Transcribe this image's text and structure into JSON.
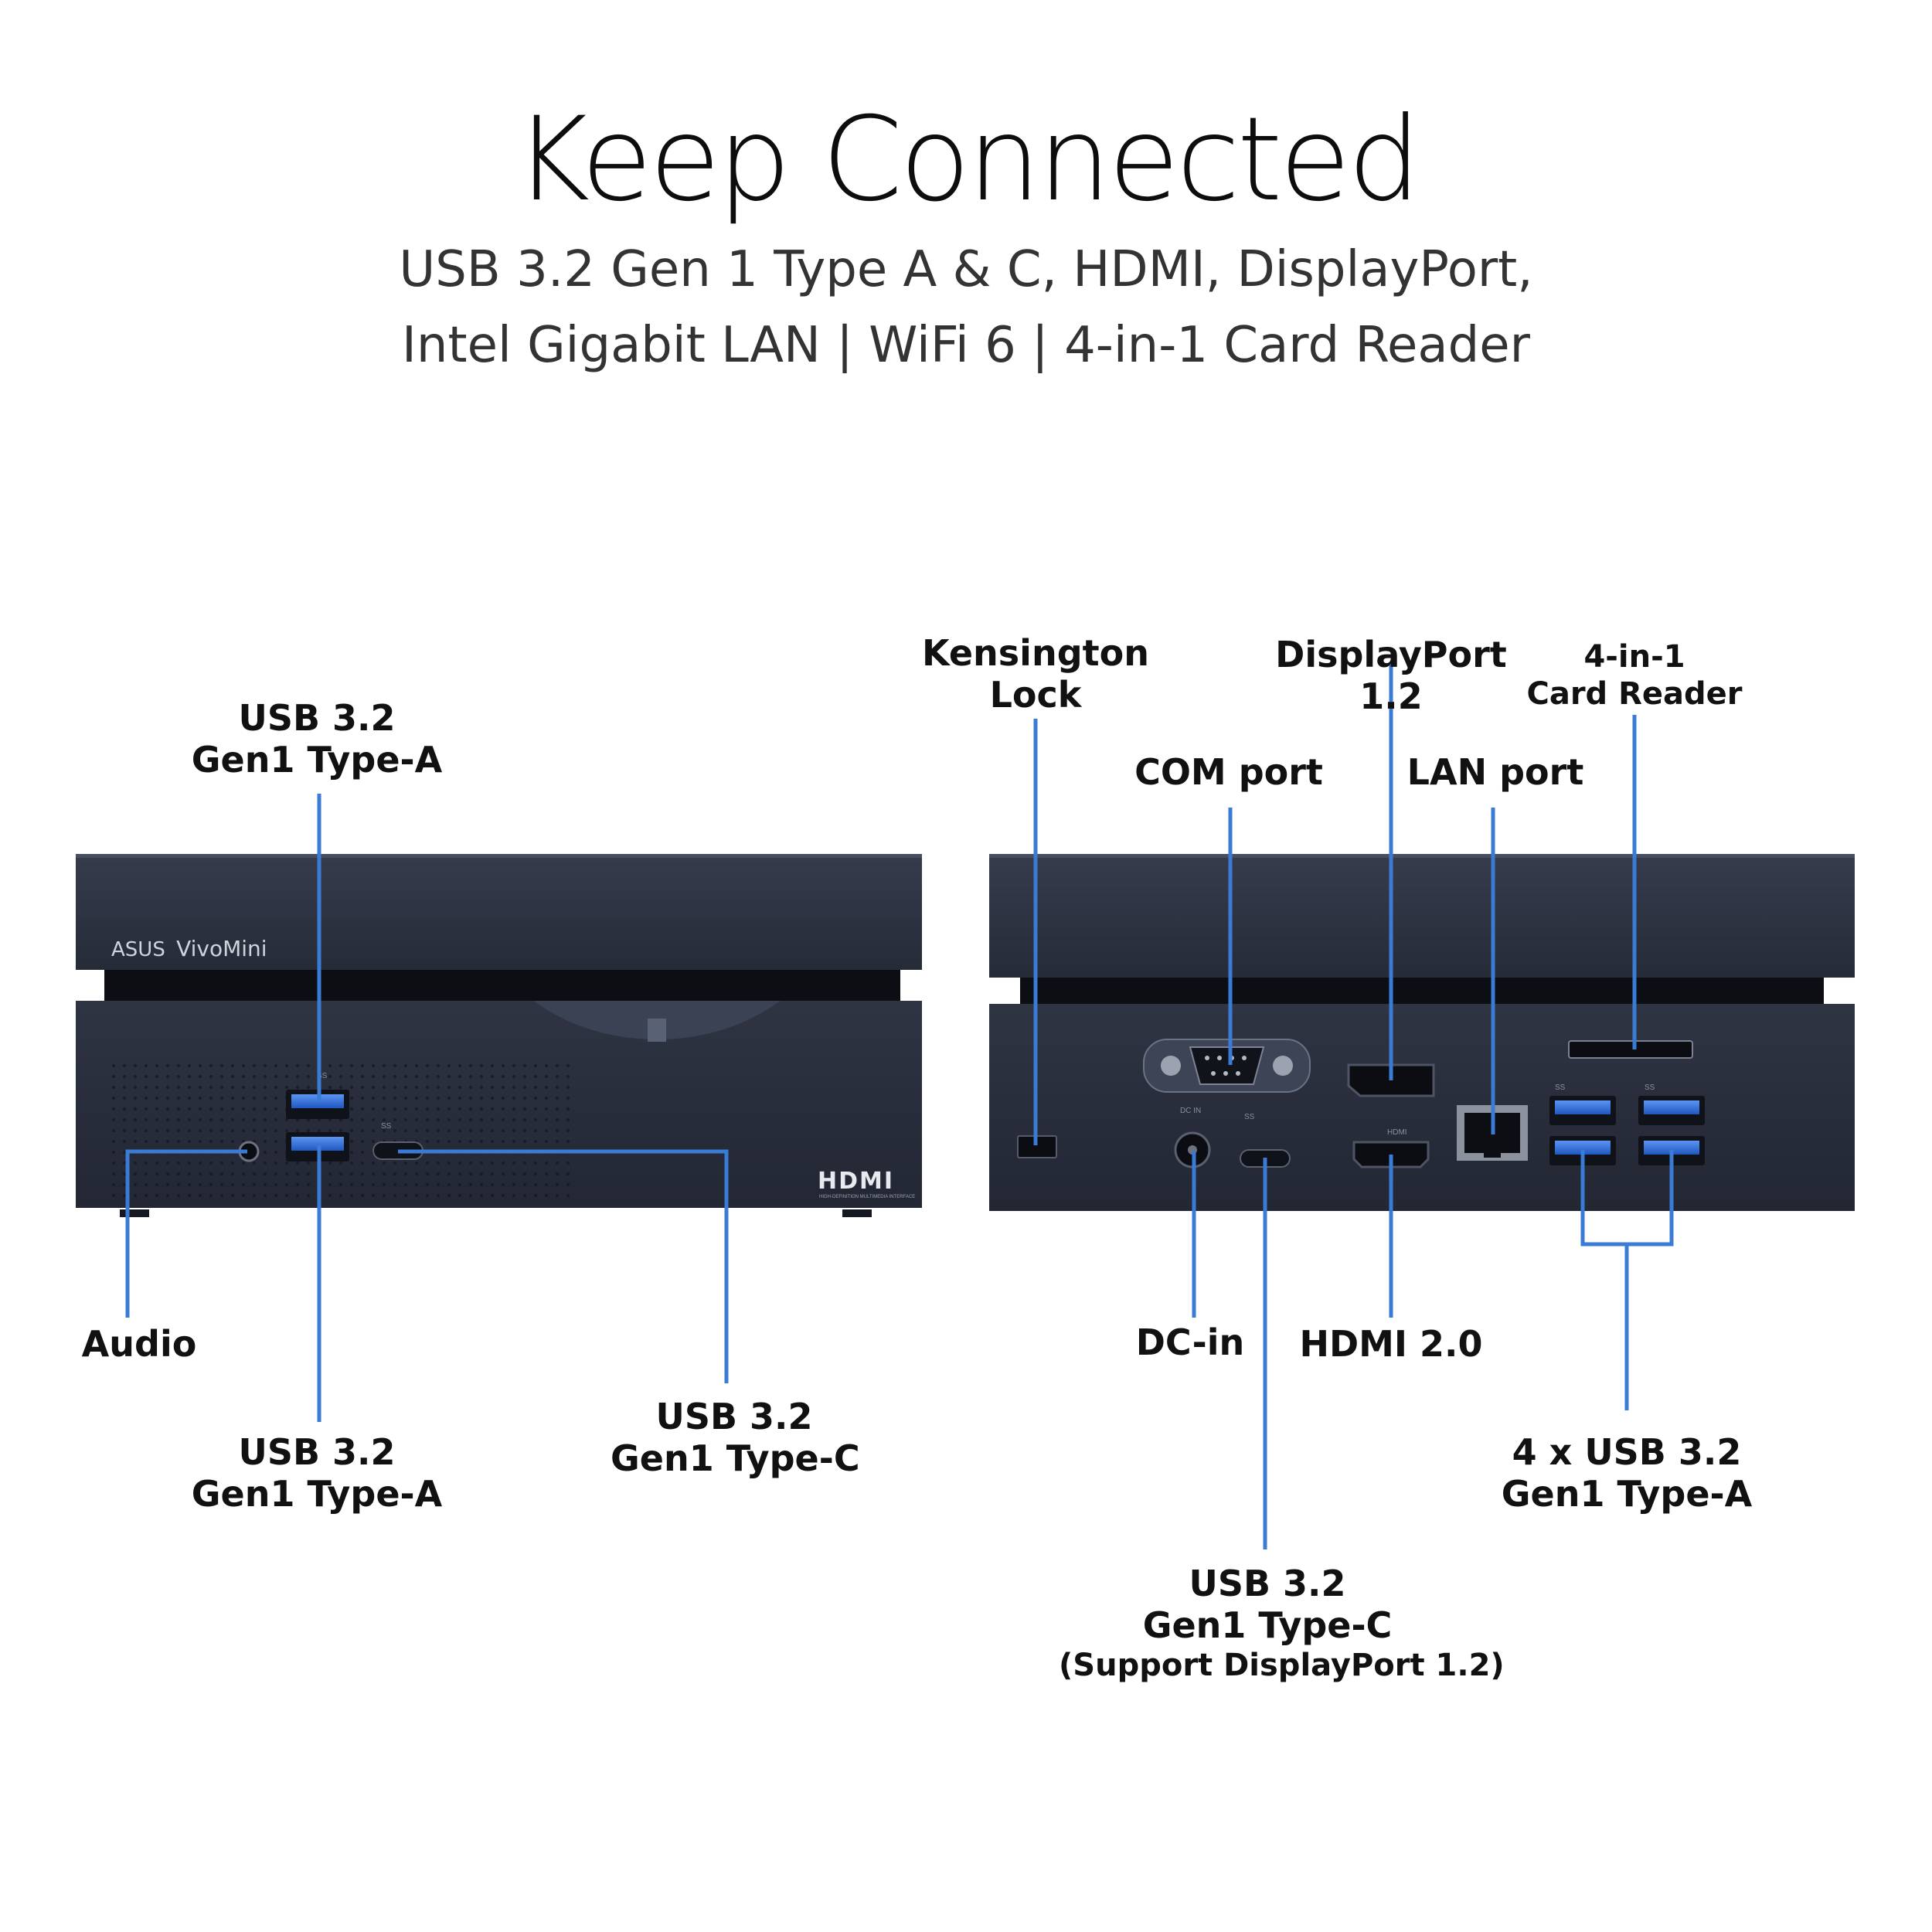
{
  "header": {
    "title": "Keep Connected",
    "subtitle_line1": "USB 3.2 Gen 1 Type A & C, HDMI, DisplayPort,",
    "subtitle_line2": "Intel Gigabit LAN | WiFi 6 | 4-in-1 Card Reader"
  },
  "front": {
    "brand_asus": "ASUS",
    "brand_model": "VivoMini",
    "hdmi_logo": "HDMI",
    "hdmi_logo_tagline": "HIGH-DEFINITION MULTIMEDIA INTERFACE",
    "usb_port_mark": "SS",
    "usb_c_port_mark": "SS",
    "labels": {
      "usb_a_top": [
        "USB 3.2",
        "Gen1 Type-A"
      ],
      "audio": [
        "Audio"
      ],
      "usb_a_bottom": [
        "USB 3.2",
        "Gen1 Type-A"
      ],
      "usb_c": [
        "USB 3.2",
        "Gen1 Type-C"
      ]
    }
  },
  "rear": {
    "labels": {
      "kensington": [
        "Kensington",
        "Lock"
      ],
      "com_port": [
        "COM port"
      ],
      "displayport": [
        "DisplayPort",
        "1.2"
      ],
      "lan_port": [
        "LAN port"
      ],
      "card_reader": [
        "4-in-1",
        "Card Reader"
      ],
      "dc_in": [
        "DC-in"
      ],
      "hdmi": [
        "HDMI 2.0"
      ],
      "usb_c": [
        "USB 3.2",
        "Gen1 Type-C",
        "(Support DisplayPort 1.2)"
      ],
      "usb_a_quad": [
        "4 x USB 3.2",
        "Gen1 Type-A"
      ]
    },
    "dc_mark": "DC IN",
    "hdmi_mark": "HDMI",
    "usb_c_mark": "SS",
    "usb_a_marks": [
      "SS",
      "SS"
    ]
  },
  "colors": {
    "chassis": "#2a2f3d",
    "chassis_dark": "#1d212c",
    "leader_line": "#3a7bd5",
    "usb_blue": "#2f6fd8",
    "text": "#111111"
  }
}
